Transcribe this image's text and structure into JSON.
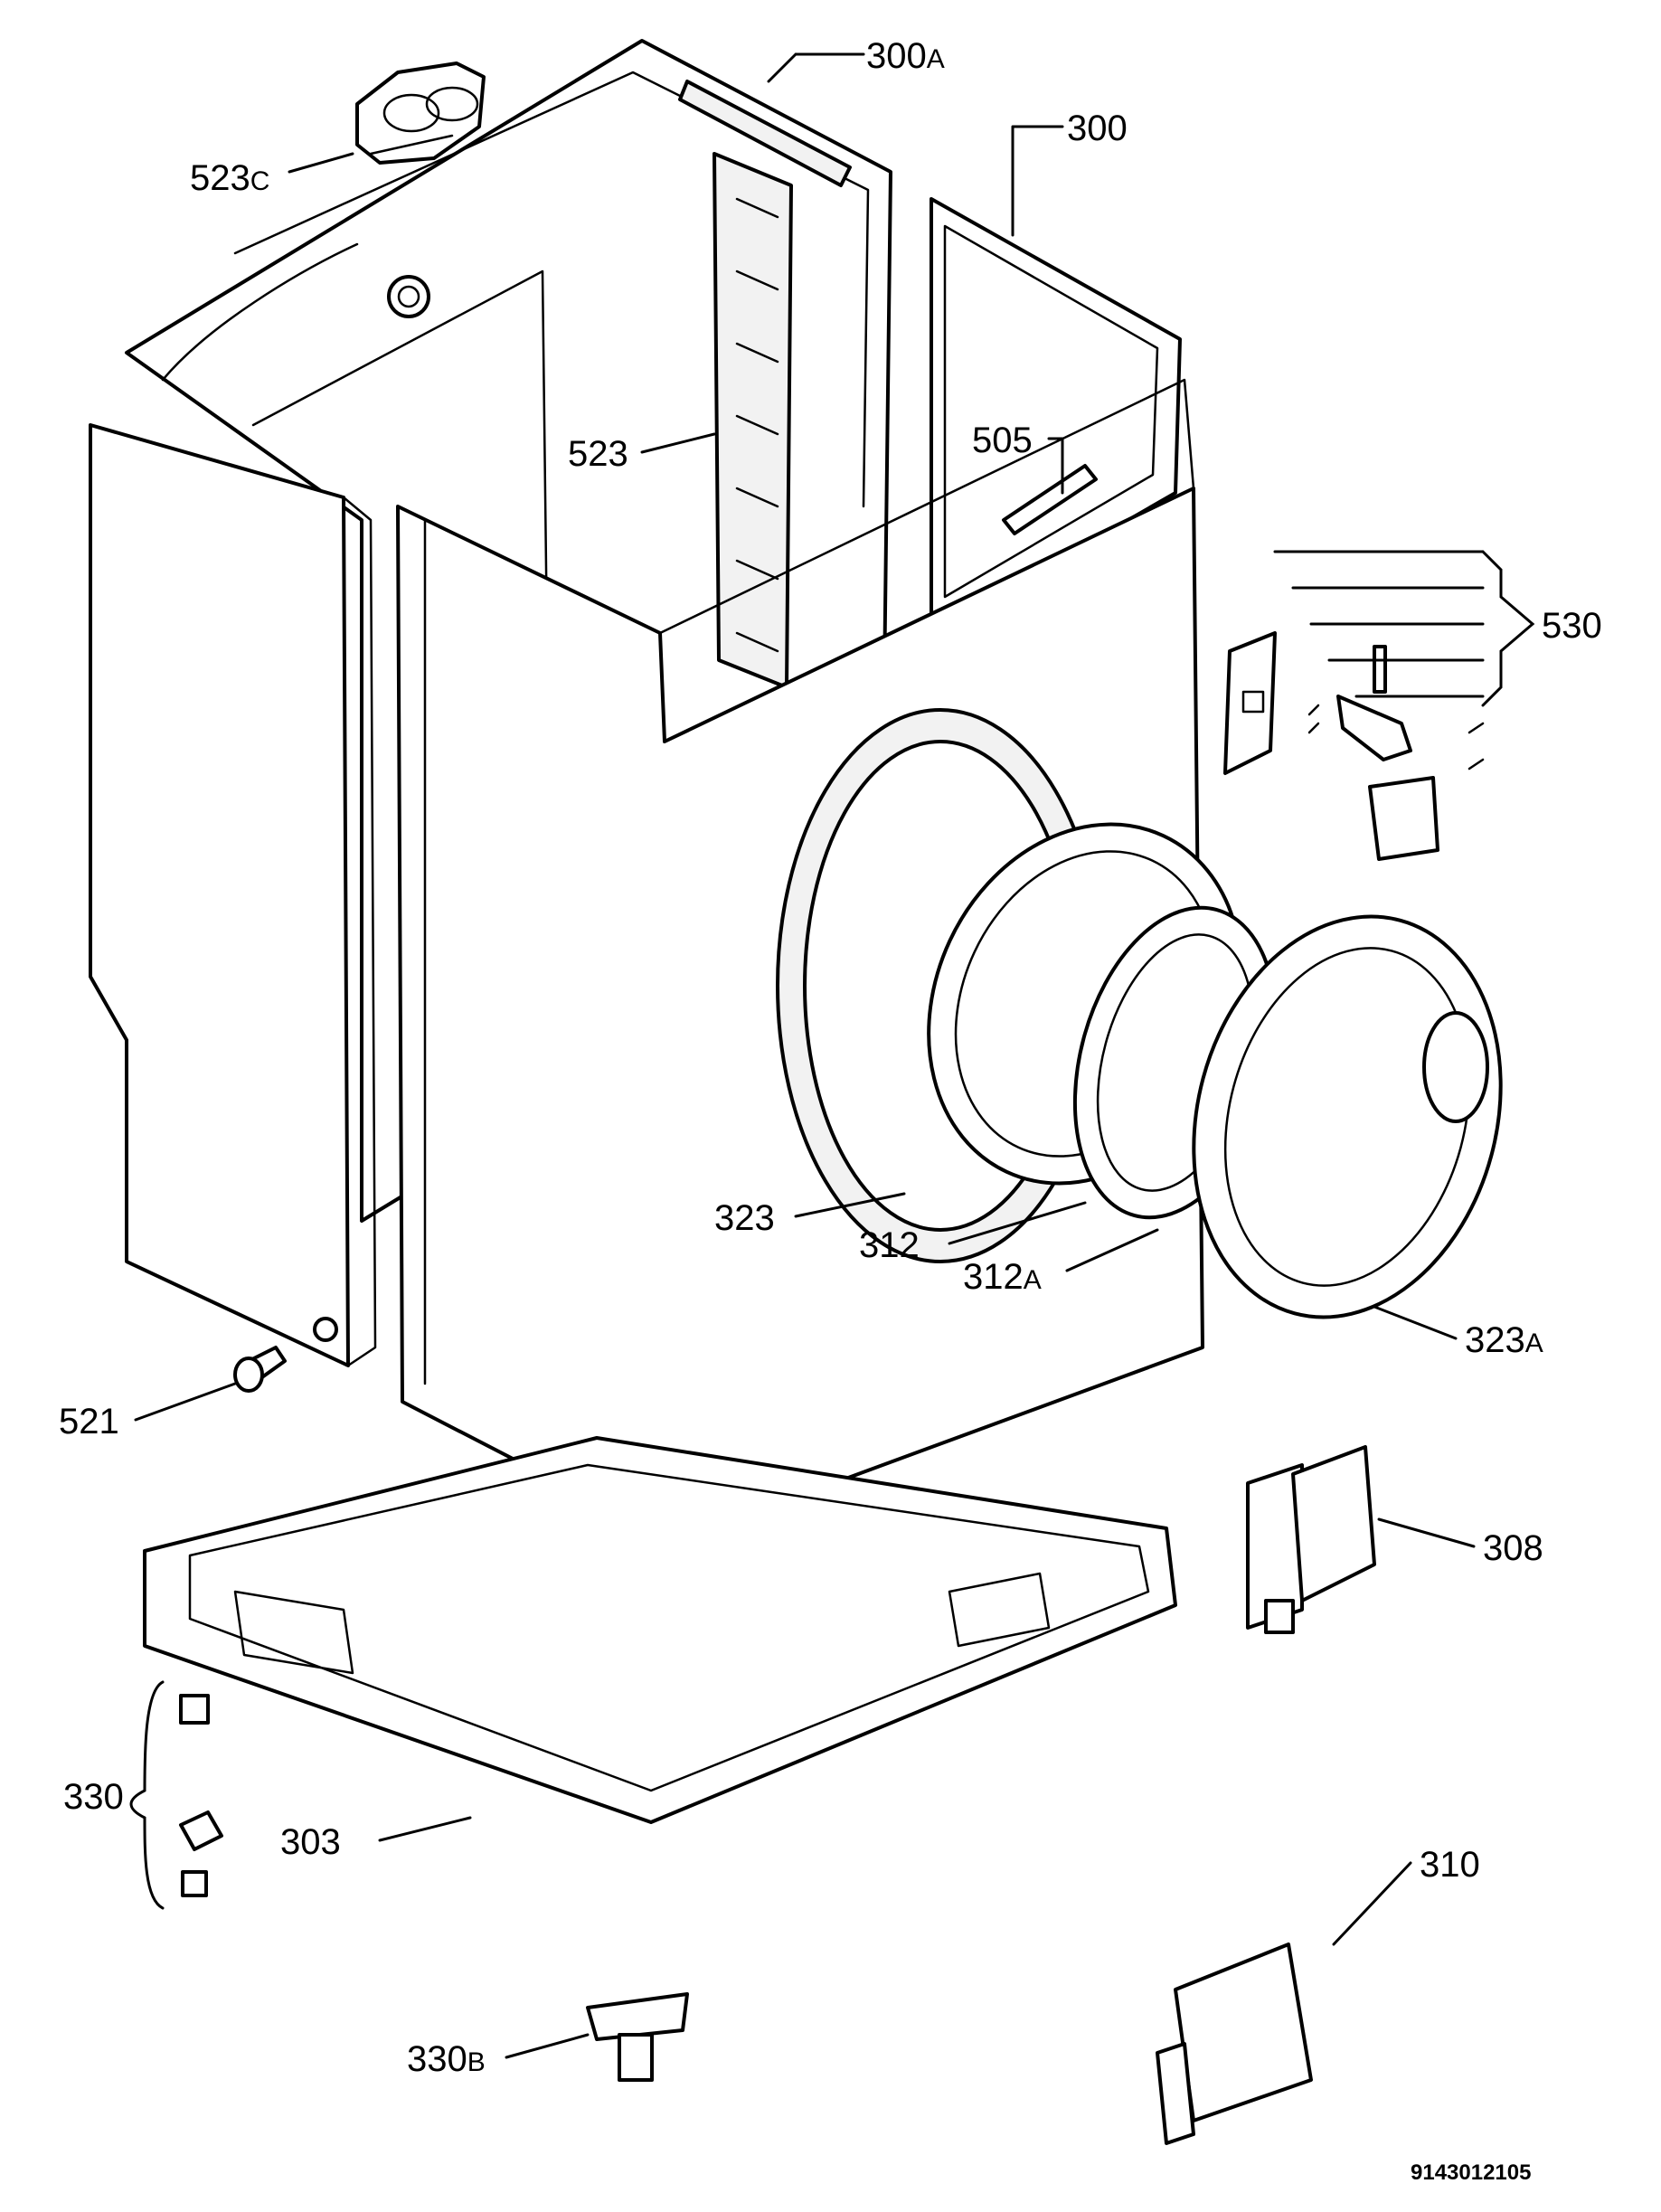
{
  "diagram": {
    "document_number": "9143012105",
    "callouts": {
      "c523c": {
        "num": "523",
        "suffix": "C"
      },
      "c300a": {
        "num": "300",
        "suffix": "A"
      },
      "c300": {
        "num": "300",
        "suffix": ""
      },
      "c523": {
        "num": "523",
        "suffix": ""
      },
      "c505": {
        "num": "505",
        "suffix": ""
      },
      "c530": {
        "num": "530",
        "suffix": ""
      },
      "c323": {
        "num": "323",
        "suffix": ""
      },
      "c312": {
        "num": "312",
        "suffix": ""
      },
      "c312a": {
        "num": "312",
        "suffix": "A"
      },
      "c323a": {
        "num": "323",
        "suffix": "A"
      },
      "c521": {
        "num": "521",
        "suffix": ""
      },
      "c308": {
        "num": "308",
        "suffix": ""
      },
      "c330": {
        "num": "330",
        "suffix": ""
      },
      "c303": {
        "num": "303",
        "suffix": ""
      },
      "c330b": {
        "num": "330",
        "suffix": "B"
      },
      "c310": {
        "num": "310",
        "suffix": ""
      }
    }
  }
}
